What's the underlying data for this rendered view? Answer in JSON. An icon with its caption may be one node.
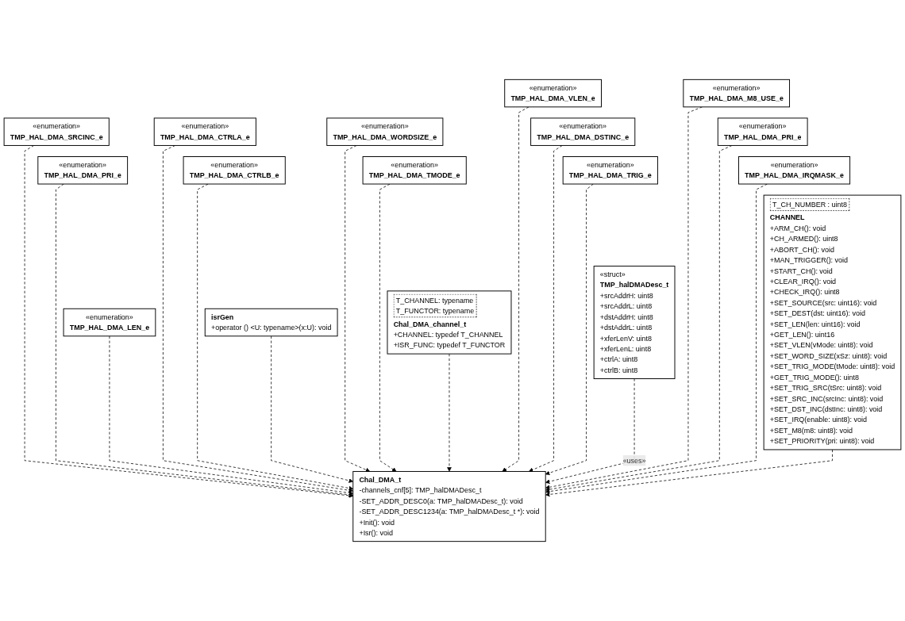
{
  "diagram": {
    "nodes": [
      {
        "text": [
          "«enumeration»",
          "TMP_HAL_DMA_VLEN_e"
        ]
      },
      {
        "text": [
          "«enumeration»",
          "TMP_HAL_DMA_SRCINC_e"
        ]
      },
      {
        "text": [
          "«enumeration»",
          "TMP_HAL_DMA_M8_USE_e"
        ]
      },
      {
        "text": [
          "«enumeration»",
          "TMP_HAL_DMA_CTRLA_e"
        ]
      },
      {
        "text": [
          "«enumeration»",
          "TMP_HAL_DMA_WORDSIZE_e"
        ]
      },
      {
        "text": [
          "«enumeration»",
          "TMP_HAL_DMA_DSTINC_e"
        ]
      },
      {
        "text": [
          "«enumeration»",
          "TMP_HAL_DMA_PRI_e"
        ]
      },
      {
        "text": [
          "«enumeration»",
          "TMP_HAL_DMA_PRI_e"
        ]
      },
      {
        "text": [
          "«enumeration»",
          "TMP_HAL_DMA_CTRLB_e"
        ]
      },
      {
        "text": [
          "«enumeration»",
          "TMP_HAL_DMA_TMODE_e"
        ]
      },
      {
        "text": [
          "«enumeration»",
          "TMP_HAL_DMA_TRIG_e"
        ]
      },
      {
        "text": [
          "«enumeration»",
          "TMP_HAL_DMA_LEN_e"
        ]
      },
      {
        "text": [
          "«enumeration»",
          "TMP_HAL_DMA_IRQMASK_e"
        ]
      },
      {
        "text": [
          "isrGen",
          "+operator () <U: typename>(x:U): void"
        ]
      },
      {
        "text": [
          "T_CHANNEL: typename",
          "T_FUNCTOR: typename",
          "Chal_DMA_channel_t",
          "+CHANNEL: typedef T_CHANNEL",
          "+ISR_FUNC: typedef T_FUNCTOR"
        ]
      },
      {
        "text": [
          "«struct»",
          "TMP_halDMADesc_t",
          "+srcAddrH: uint8",
          "+srcAddrL: uint8",
          "+dstAddrH: uint8",
          "+dstAddrL: uint8",
          "+xferLenV: uint8",
          "+xferLenL: uint8",
          "+ctrlA: uint8",
          "+ctrlB: uint8"
        ]
      },
      {
        "text": [
          "T_CH_NUMBER : uint8",
          "CHANNEL",
          "+ARM_CH(): void",
          "+CH_ARMED(): uint8",
          "+ABORT_CH(): void",
          "+MAN_TRIGGER(): void",
          "+START_CH(): void",
          "+CLEAR_IRQ(): void",
          "+CHECK_IRQ(): uint8",
          "+SET_SOURCE(src: uint16): void",
          "+SET_DEST(dst: uint16): void",
          "+SET_LEN(len: uint16): void",
          "+GET_LEN(): uint16",
          "+SET_VLEN(vMode: uint8): void",
          "+SET_WORD_SIZE(xSz: uint8): void",
          "+SET_TRIG_MODE(tMode: uint8): void",
          "+GET_TRIG_MODE(): uint8",
          "+SET_TRIG_SRC(tSrc: uint8): void",
          "+SET_SRC_INC(srcInc: uint8): void",
          "+SET_DST_INC(dstInc: uint8): void",
          "+SET_IRQ(enable: uint8): void",
          "+SET_M8(m8: uint8): void",
          "+SET_PRIORITY(pri: uint8): void"
        ]
      },
      {
        "text": [
          "Chal_DMA_t",
          "-channels_cnf[5]: TMP_halDMADesc_t",
          "-SET_ADDR_DESC0(a: TMP_halDMADesc_t): void",
          "-SET_ADDR_DESC1234(a: TMP_halDMADesc_t *): void",
          "+Init(): void",
          "+Isr(): void"
        ]
      }
    ],
    "edges": [
      {
        "from": 0,
        "to": 17,
        "arrow": "to",
        "style": "dashed"
      },
      {
        "from": 1,
        "to": 17,
        "arrow": "to",
        "style": "dashed"
      },
      {
        "from": 2,
        "to": 17,
        "arrow": "to",
        "style": "dashed"
      },
      {
        "from": 3,
        "to": 17,
        "arrow": "to",
        "style": "dashed"
      },
      {
        "from": 4,
        "to": 17,
        "arrow": "to",
        "style": "dashed"
      },
      {
        "from": 5,
        "to": 17,
        "arrow": "to",
        "style": "dashed"
      },
      {
        "from": 6,
        "to": 17,
        "arrow": "to",
        "style": "dashed"
      },
      {
        "from": 7,
        "to": 17,
        "arrow": "to",
        "style": "dashed"
      },
      {
        "from": 8,
        "to": 17,
        "arrow": "to",
        "style": "dashed"
      },
      {
        "from": 9,
        "to": 17,
        "arrow": "to",
        "style": "dashed"
      },
      {
        "from": 10,
        "to": 17,
        "arrow": "to",
        "style": "dashed"
      },
      {
        "from": 11,
        "to": 17,
        "arrow": "to",
        "style": "dashed"
      },
      {
        "from": 12,
        "to": 17,
        "arrow": "to",
        "style": "dashed"
      },
      {
        "from": 13,
        "to": 17,
        "arrow": "to",
        "style": "dashed"
      },
      {
        "from": 14,
        "to": 17,
        "arrow": "to",
        "style": "dashed"
      },
      {
        "from": 15,
        "to": 17,
        "arrow": "to",
        "style": "dashed",
        "label": "«uses»"
      },
      {
        "from": 16,
        "to": 17,
        "arrow": "to",
        "style": "dashed"
      }
    ]
  }
}
